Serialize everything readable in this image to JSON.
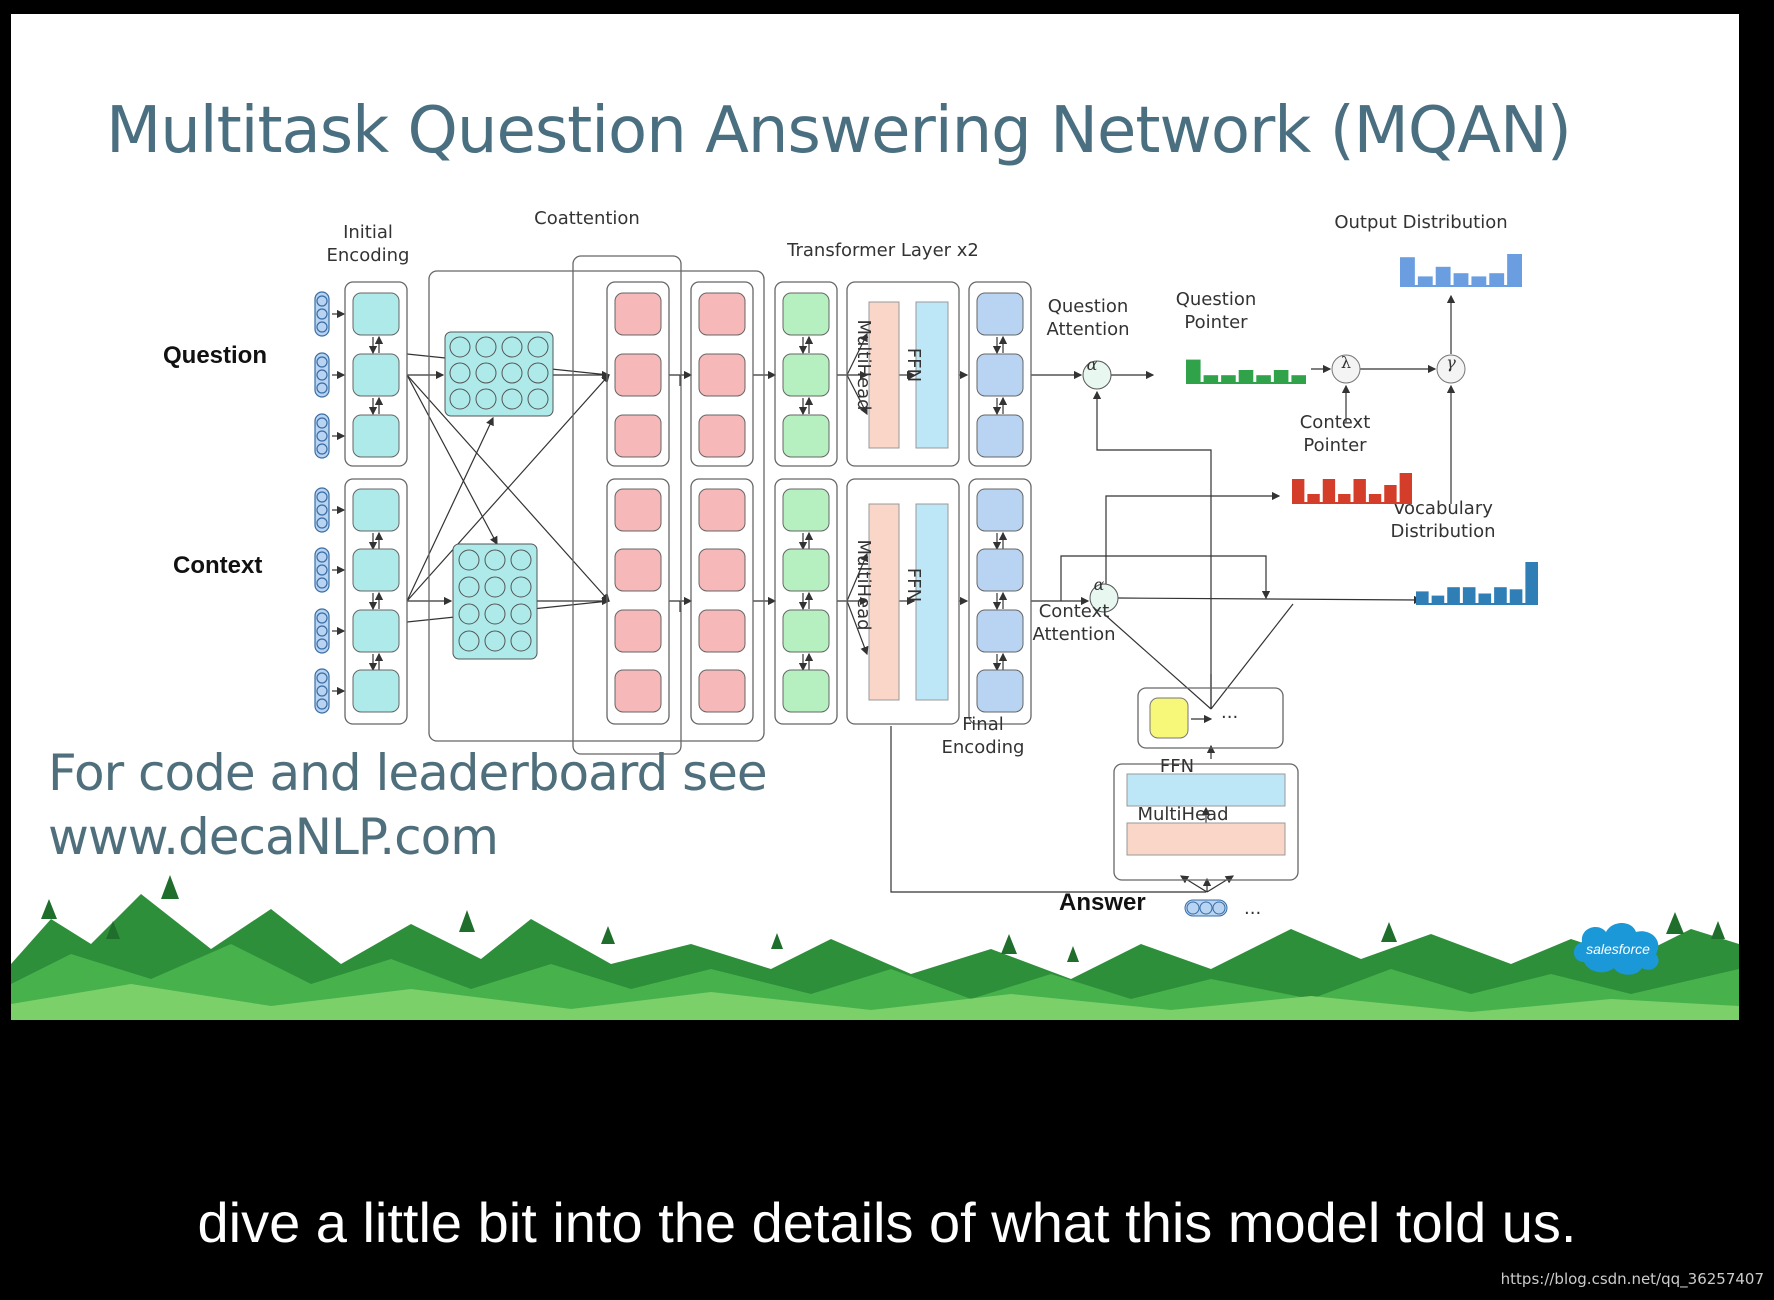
{
  "slide": {
    "title": "Multitask Question Answering Network (MQAN)",
    "promo_line1": "For code and leaderboard see",
    "promo_line2": "www.decaNLP.com",
    "logo_text": "salesforce"
  },
  "diagram": {
    "labels": {
      "question": "Question",
      "context": "Context",
      "answer": "Answer",
      "initial_encoding_1": "Initial",
      "initial_encoding_2": "Encoding",
      "coattention": "Coattention",
      "transformer": "Transformer Layer x2",
      "multihead": "MultiHead",
      "ffn": "FFN",
      "final_encoding_1": "Final",
      "final_encoding_2": "Encoding",
      "question_attention_1": "Question",
      "question_attention_2": "Attention",
      "question_pointer_1": "Question",
      "question_pointer_2": "Pointer",
      "context_attention_1": "Context",
      "context_attention_2": "Attention",
      "context_pointer_1": "Context",
      "context_pointer_2": "Pointer",
      "vocab_dist_1": "Vocabulary",
      "vocab_dist_2": "Distribution",
      "output_dist": "Output Distribution",
      "alpha": "α",
      "lambda": "λ",
      "gamma": "γ",
      "ellipsis": "..."
    },
    "colors": {
      "cyan": "#aeeaea",
      "red": "#f6b8b8",
      "green": "#b6f0c0",
      "blue": "#b8d4f2",
      "multihead": "#f9d6c8",
      "ffn": "#bde7f7",
      "yellow": "#f7f77a",
      "question_pointer_bars": "#2fa24a",
      "context_pointer_bars": "#d43d2a",
      "vocab_bars": "#2f7fb6",
      "output_bars": "#6a9ee0"
    },
    "distributions": {
      "question_pointer": [
        0.9,
        0.3,
        0.3,
        0.5,
        0.3,
        0.5,
        0.3
      ],
      "context_pointer": [
        0.8,
        0.3,
        0.8,
        0.3,
        0.8,
        0.3,
        0.6,
        1.0
      ],
      "vocabulary": [
        0.3,
        0.2,
        0.4,
        0.4,
        0.25,
        0.4,
        0.35,
        1.0
      ],
      "output": [
        0.9,
        0.3,
        0.6,
        0.4,
        0.3,
        0.4,
        1.0
      ]
    }
  },
  "caption": "dive a little bit into the details of what this model told us.",
  "watermark": "https://blog.csdn.net/qq_36257407"
}
